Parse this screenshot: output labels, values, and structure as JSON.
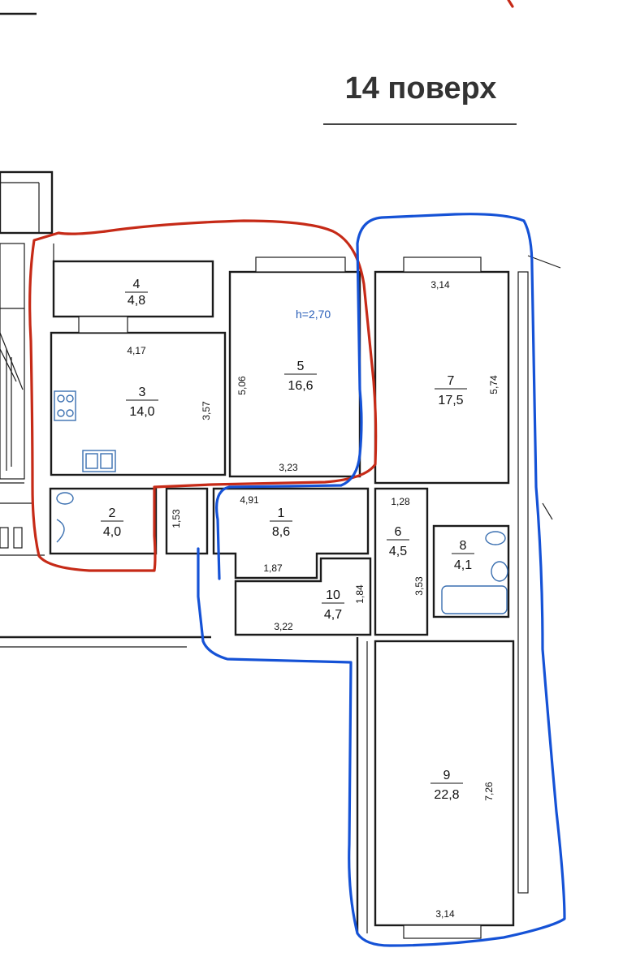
{
  "floor": {
    "title": "14 поверх",
    "ceiling_height_note": "h=2,70"
  },
  "rooms": [
    {
      "number": "1",
      "area": "8,6"
    },
    {
      "number": "2",
      "area": "4,0"
    },
    {
      "number": "3",
      "area": "14,0"
    },
    {
      "number": "4",
      "area": "4,8"
    },
    {
      "number": "5",
      "area": "16,6"
    },
    {
      "number": "6",
      "area": "4,5"
    },
    {
      "number": "7",
      "area": "17,5"
    },
    {
      "number": "8",
      "area": "4,1"
    },
    {
      "number": "9",
      "area": "22,8"
    },
    {
      "number": "10",
      "area": "4,7"
    }
  ],
  "dimensions": {
    "room3_width": "4,17",
    "room3_height": "3,57",
    "room5_height": "5,06",
    "room5_width": "3,23",
    "room7_width": "3,14",
    "room7_height": "5,74",
    "room1_width_top": "4,91",
    "room1_width_bottom": "1,87",
    "corridor_width": "1,53",
    "room6_width": "1,28",
    "room6_height": "3,53",
    "room10_width": "3,22",
    "room10_height": "1,84",
    "room9_height": "7,26",
    "room9_width": "3,14"
  },
  "colors": {
    "red_outline": "#c62a17",
    "blue_outline": "#1552d6",
    "wall": "#1b1b1b"
  }
}
